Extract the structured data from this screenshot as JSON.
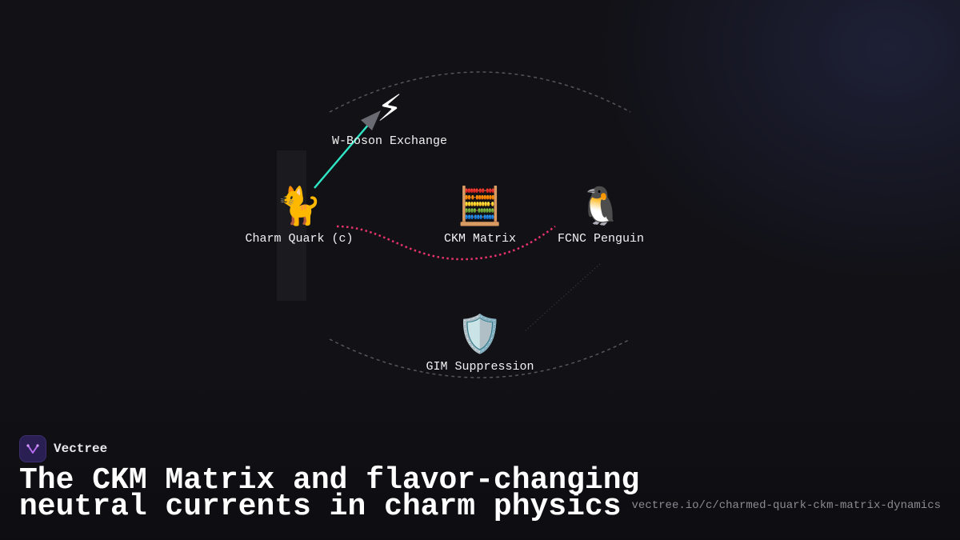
{
  "brand": {
    "name": "Vectree",
    "icon": "vectree-logo-icon"
  },
  "title": "The CKM Matrix and flavor-changing neutral currents in charm physics",
  "url": "vectree.io/c/charmed-quark-ckm-matrix-dynamics",
  "nodes": {
    "w_boson": {
      "label": "W-Boson Exchange",
      "emoji": "⚡"
    },
    "charm": {
      "label": "Charm Quark (c)",
      "emoji": "🐈"
    },
    "ckm": {
      "label": "CKM Matrix",
      "emoji": "🧮"
    },
    "fcnc": {
      "label": "FCNC Penguin",
      "emoji": "🐧"
    },
    "gim": {
      "label": "GIM Suppression",
      "emoji": "🛡️"
    }
  },
  "colors": {
    "background": "#111116",
    "arrow": "#2ee6c5",
    "dotted_curve": "#e8336b",
    "dashed_arc": "#55555c"
  }
}
